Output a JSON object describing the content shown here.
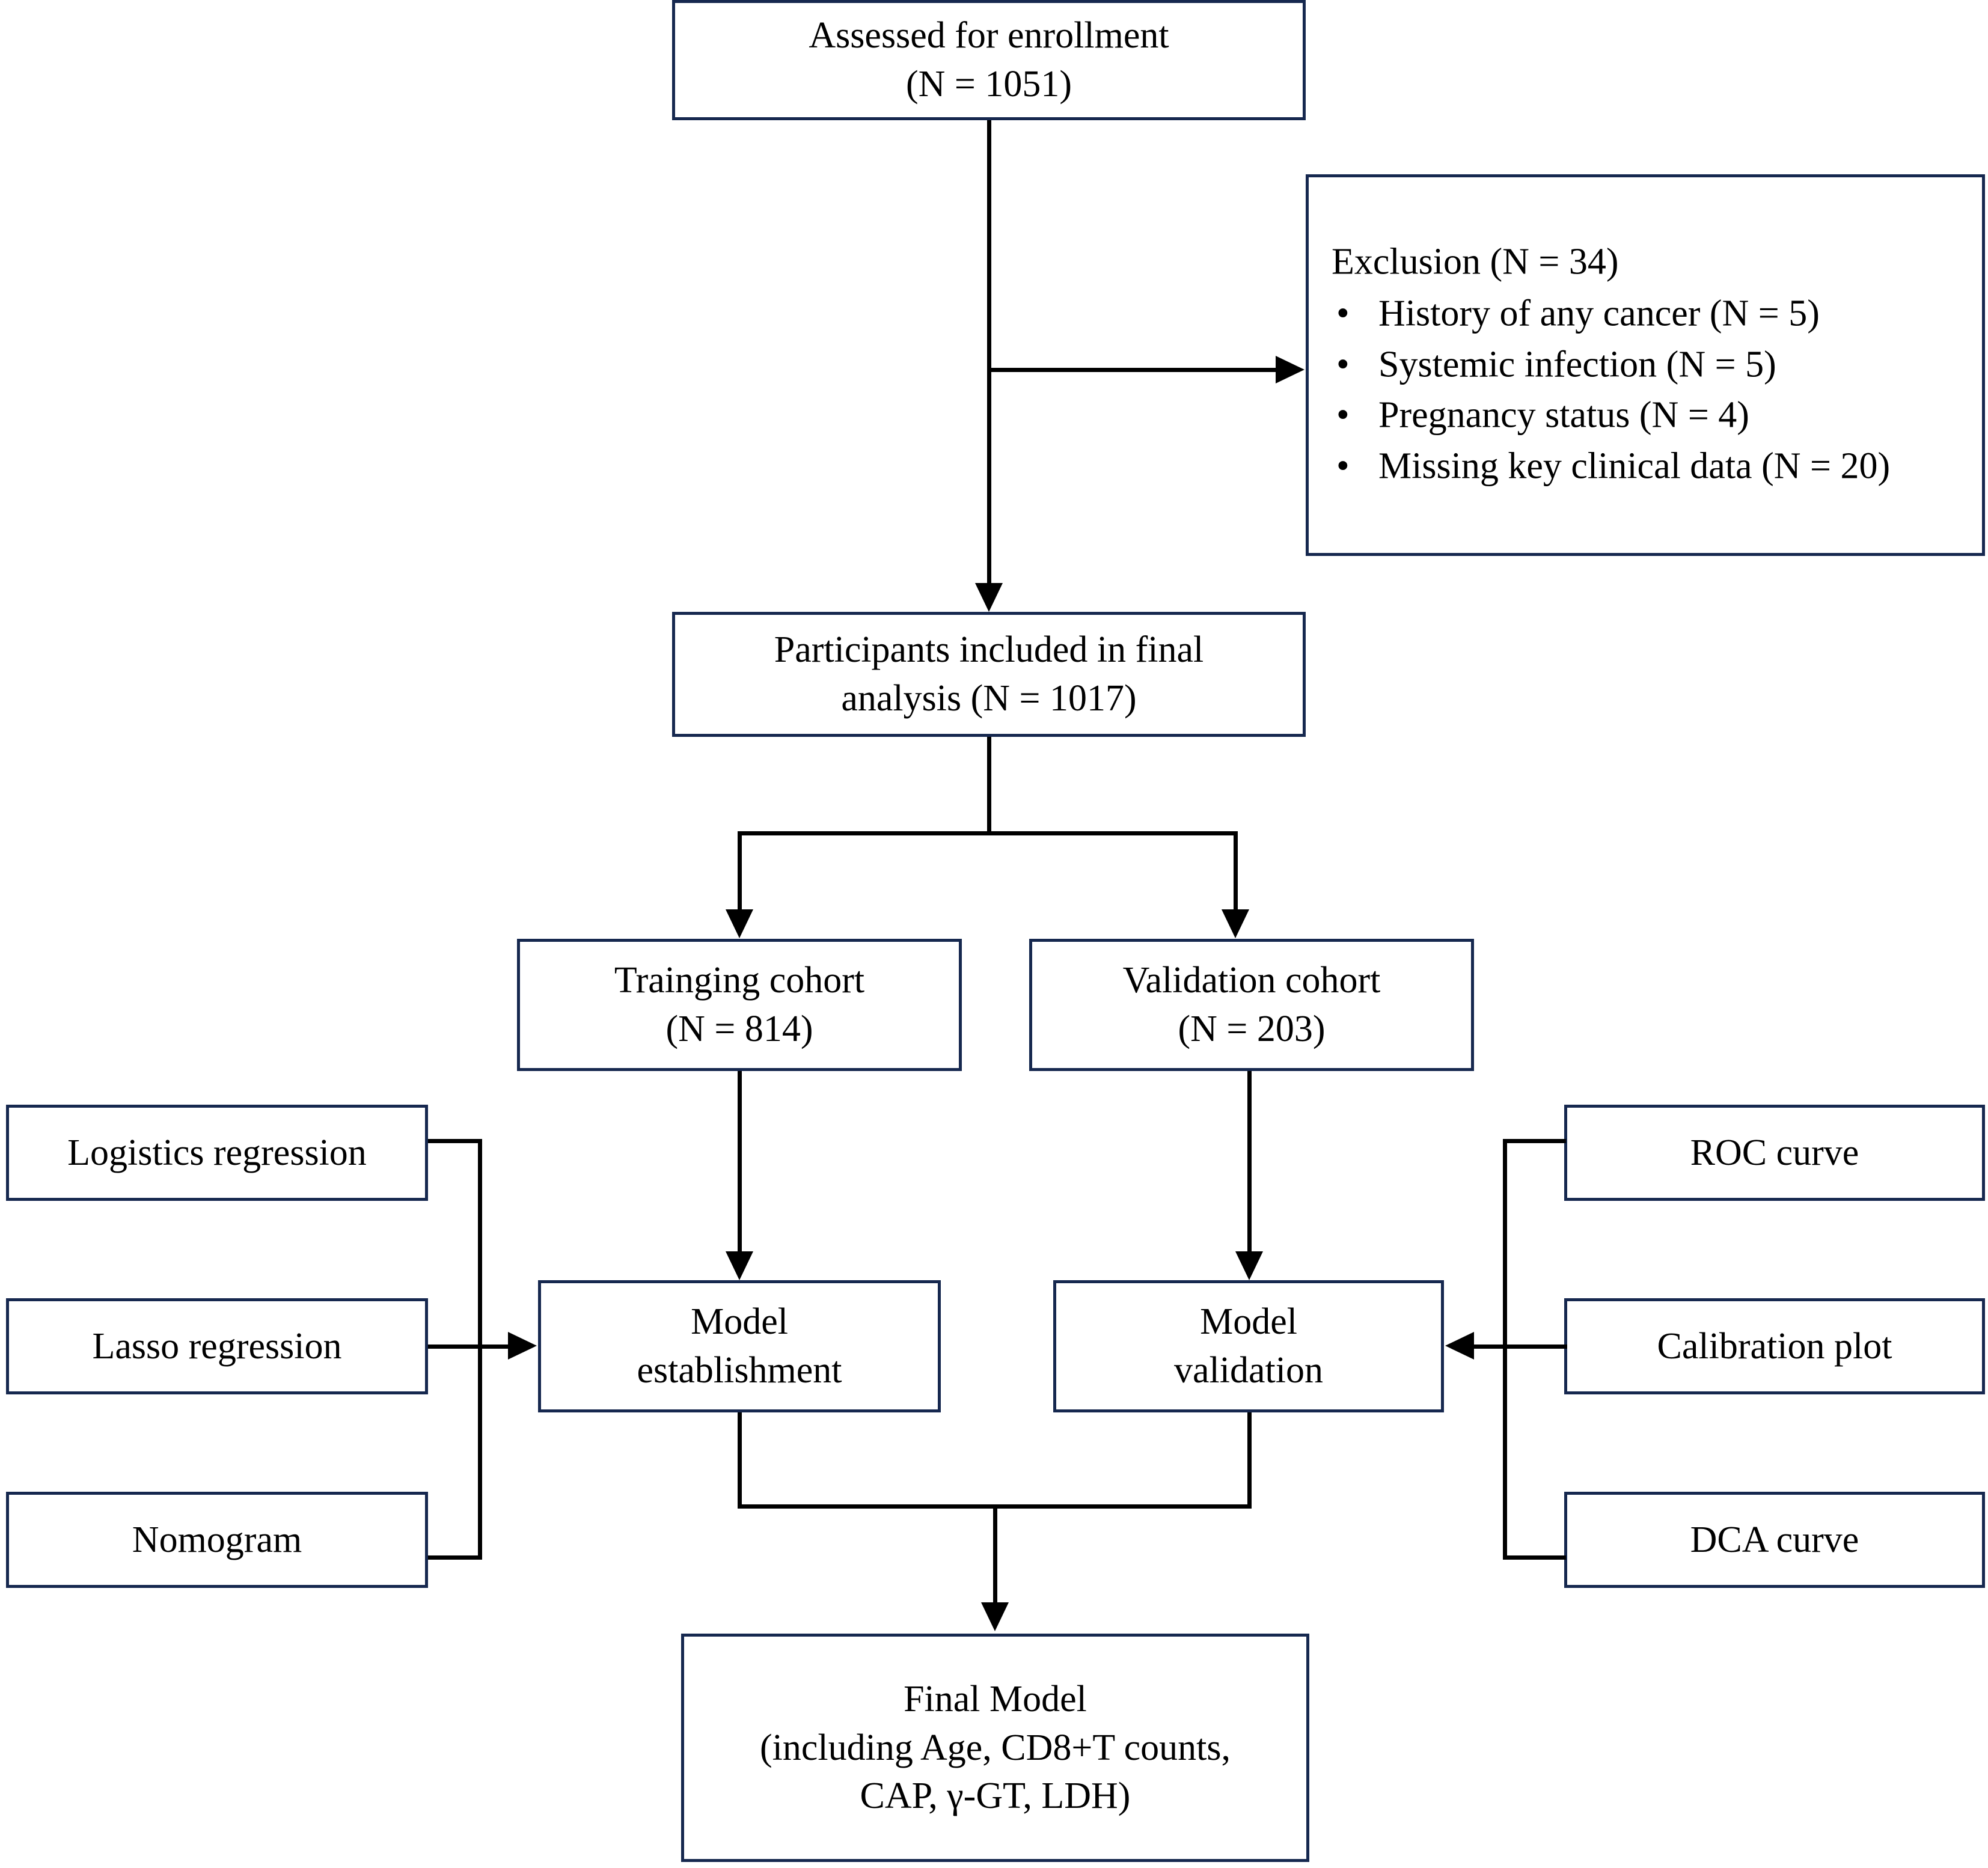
{
  "diagram": {
    "type": "flowchart",
    "title": "Study participant flow and model development diagram",
    "colors": {
      "box_border": "#16284f",
      "connector": "#000000",
      "background": "#ffffff",
      "text": "#000000"
    },
    "nodes": {
      "assessed": {
        "line1": "Assessed for enrollment",
        "line2": "(N = 1051)"
      },
      "exclusion": {
        "heading": "Exclusion (N = 34)",
        "bullet_glyph": "•",
        "items": [
          "History of any cancer (N = 5)",
          "Systemic infection (N = 5)",
          "Pregnancy status (N = 4)",
          "Missing key clinical data (N = 20)"
        ]
      },
      "included": {
        "line1": "Participants included in final",
        "line2": "analysis (N = 1017)"
      },
      "training_cohort": {
        "line1": "Trainging cohort",
        "line2": "(N = 814)"
      },
      "validation_cohort": {
        "line1": "Validation cohort",
        "line2": "(N = 203)"
      },
      "logistics_regression": {
        "label": "Logistics regression"
      },
      "lasso_regression": {
        "label": "Lasso regression"
      },
      "nomogram": {
        "label": "Nomogram"
      },
      "roc_curve": {
        "label": "ROC curve"
      },
      "calibration_plot": {
        "label": "Calibration plot"
      },
      "dca_curve": {
        "label": "DCA curve"
      },
      "model_establishment": {
        "line1": "Model",
        "line2": "establishment"
      },
      "model_validation": {
        "line1": "Model",
        "line2": "validation"
      },
      "final_model": {
        "line1": "Final Model",
        "line2": "(including Age, CD8+T counts,",
        "line3": "CAP, γ-GT, LDH)"
      }
    }
  }
}
